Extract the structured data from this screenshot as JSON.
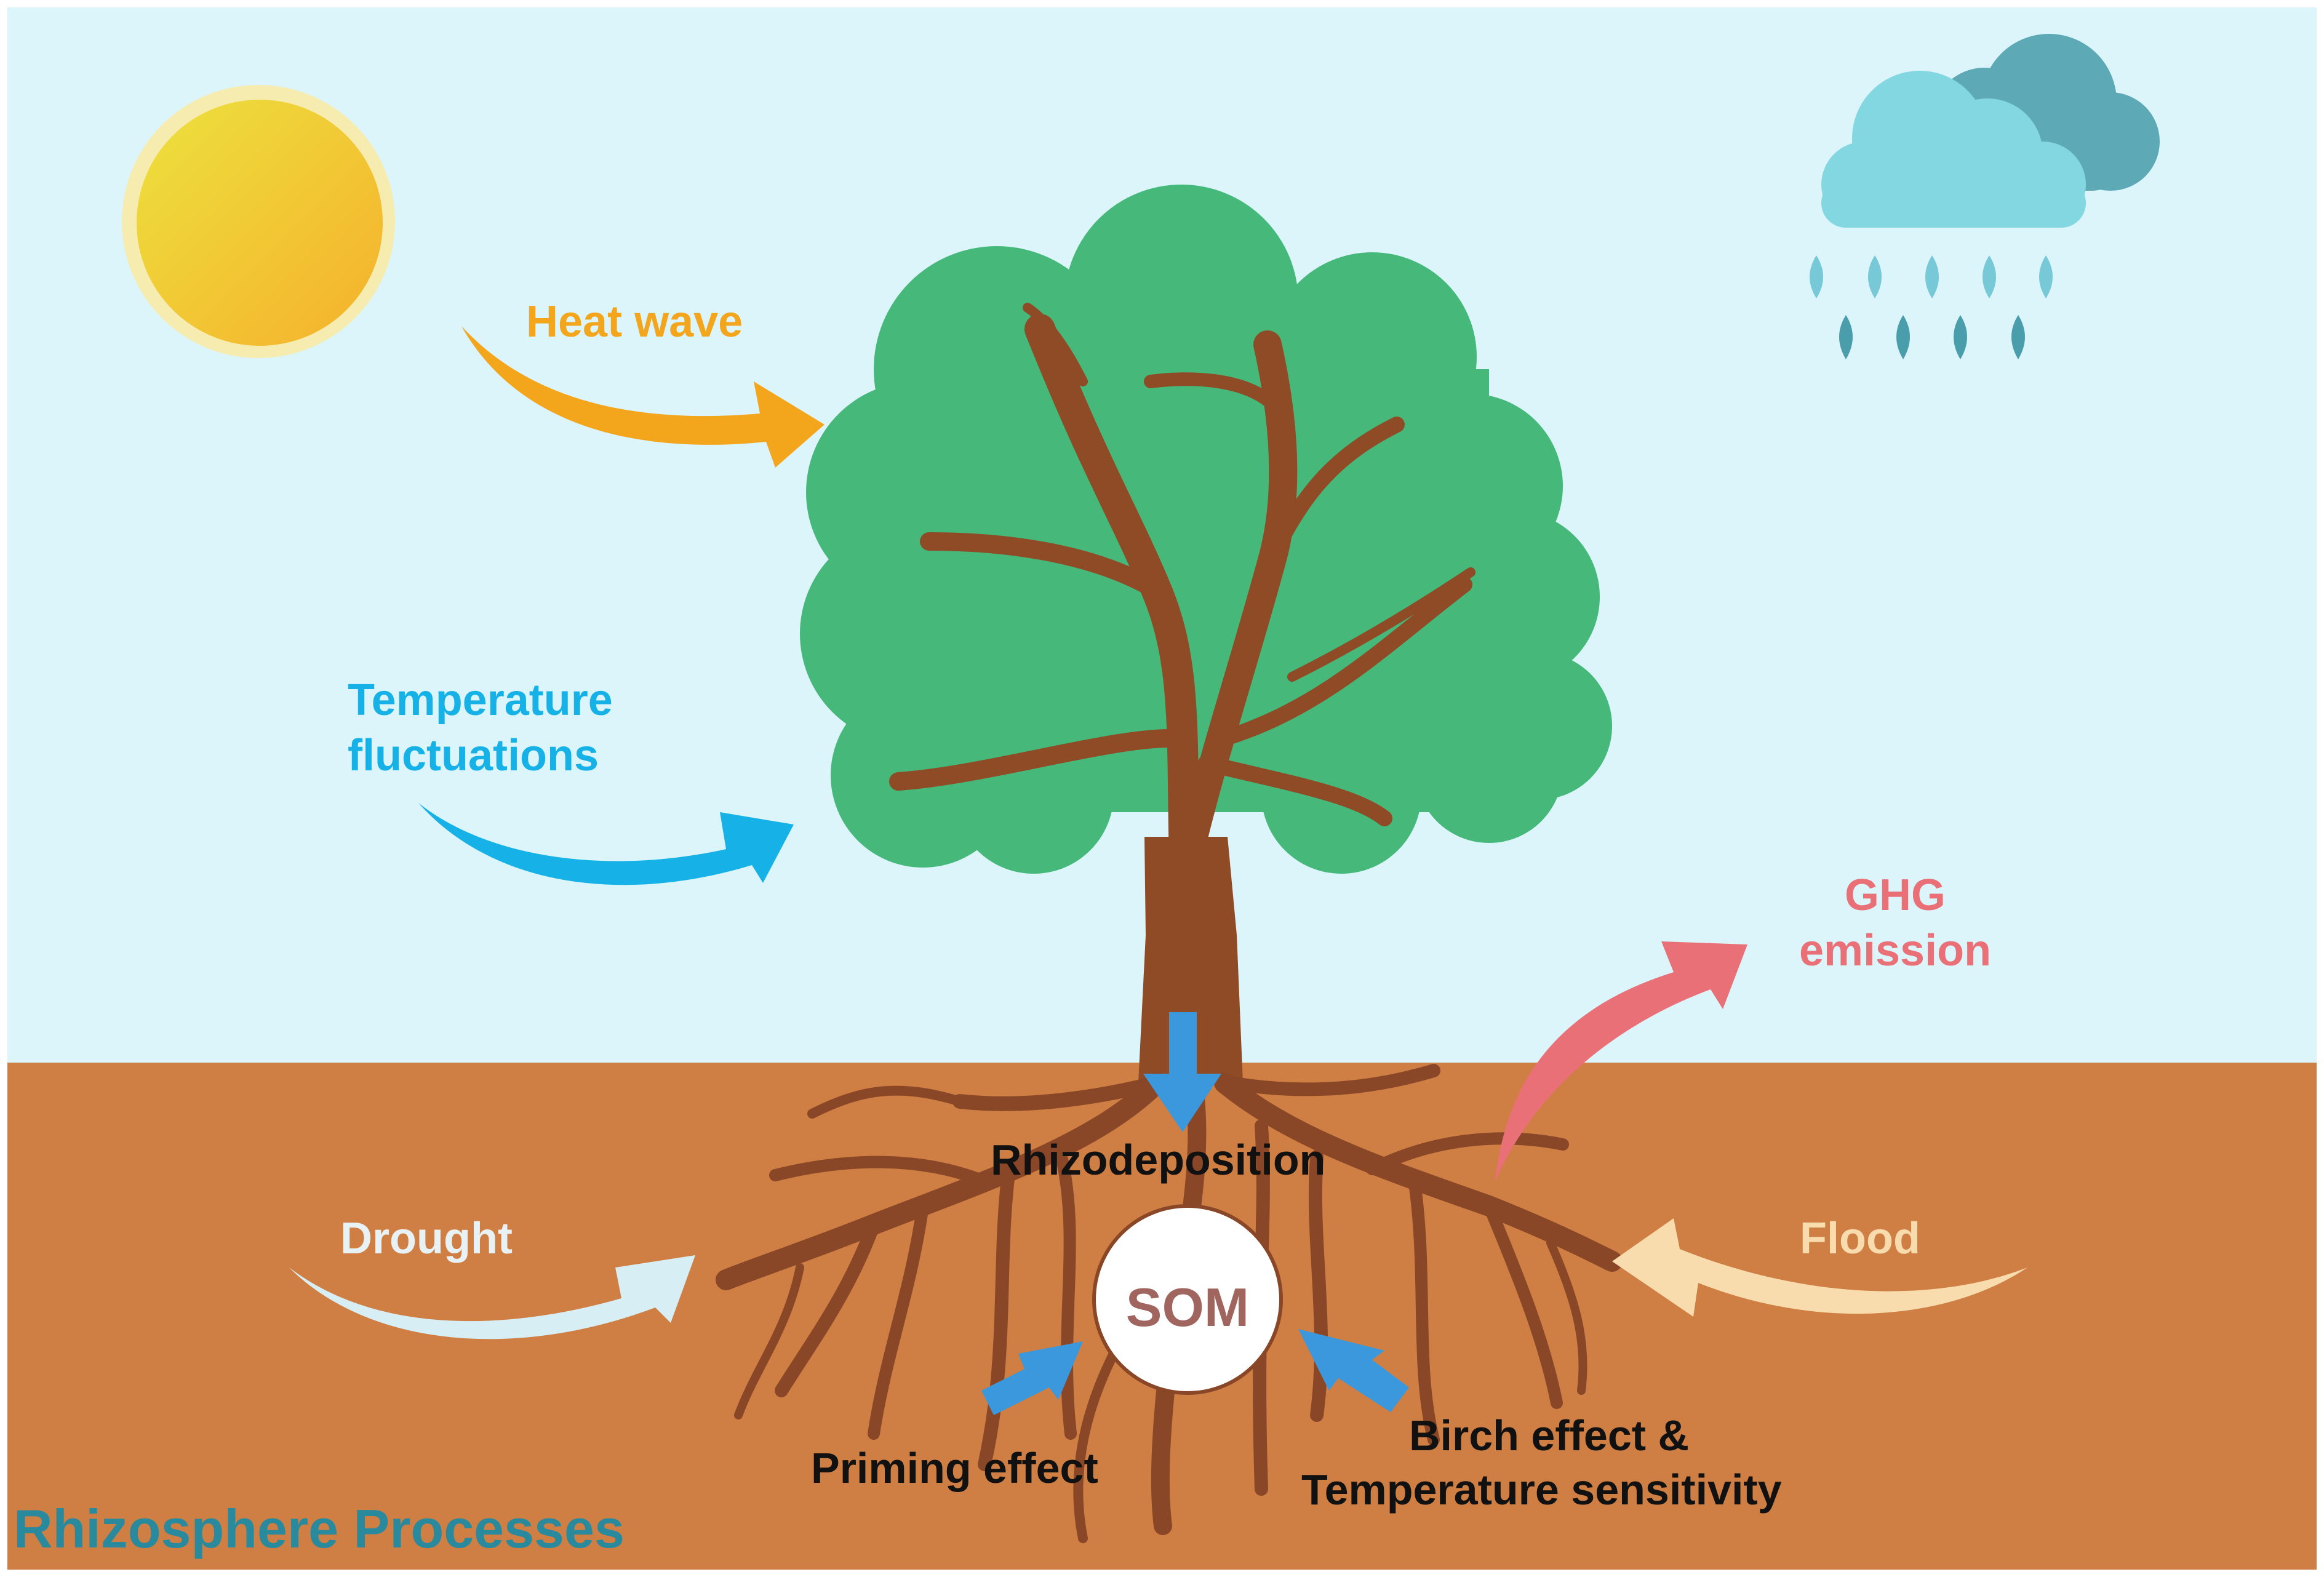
{
  "labels": {
    "heat_wave": "Heat wave",
    "temperature_fluctuations": [
      "Temperature",
      "fluctuations"
    ],
    "ghg_emission": [
      "GHG",
      "emission"
    ],
    "drought": "Drought",
    "flood": "Flood",
    "rhizodeposition": "Rhizodeposition",
    "som": "SOM",
    "priming_effect": "Priming effect",
    "birch_effect": [
      "Birch effect &",
      "Temperature sensitivity"
    ],
    "title": "Rhizosphere Processes"
  },
  "colors": {
    "sky": "#dbf5fb",
    "soil": "#cf7f43",
    "foliage": "#46b97a",
    "trunk": "#8f4a26",
    "root": "#8a4727",
    "sun_glow": "#f6ecb0",
    "sun_core_top": "#ece23e",
    "sun_core_bottom": "#f6b02c",
    "cloud_front": "#82d7e0",
    "cloud_back": "#5ea9b6",
    "rain_top": "#77c9d8",
    "rain_bottom": "#4a9eac",
    "heat_wave": "#f3a51b",
    "temperature": "#16b1e6",
    "ghg": "#ea7078",
    "drought": "#d7eff4",
    "flood": "#f9dcae",
    "process_arrow": "#3b98dc",
    "text_dark": "#111111",
    "som_text": "#a0655e",
    "title": "#2a8a9d"
  },
  "icons": [
    "sun-icon",
    "rain-cloud-icon",
    "tree-icon",
    "roots-icon"
  ]
}
